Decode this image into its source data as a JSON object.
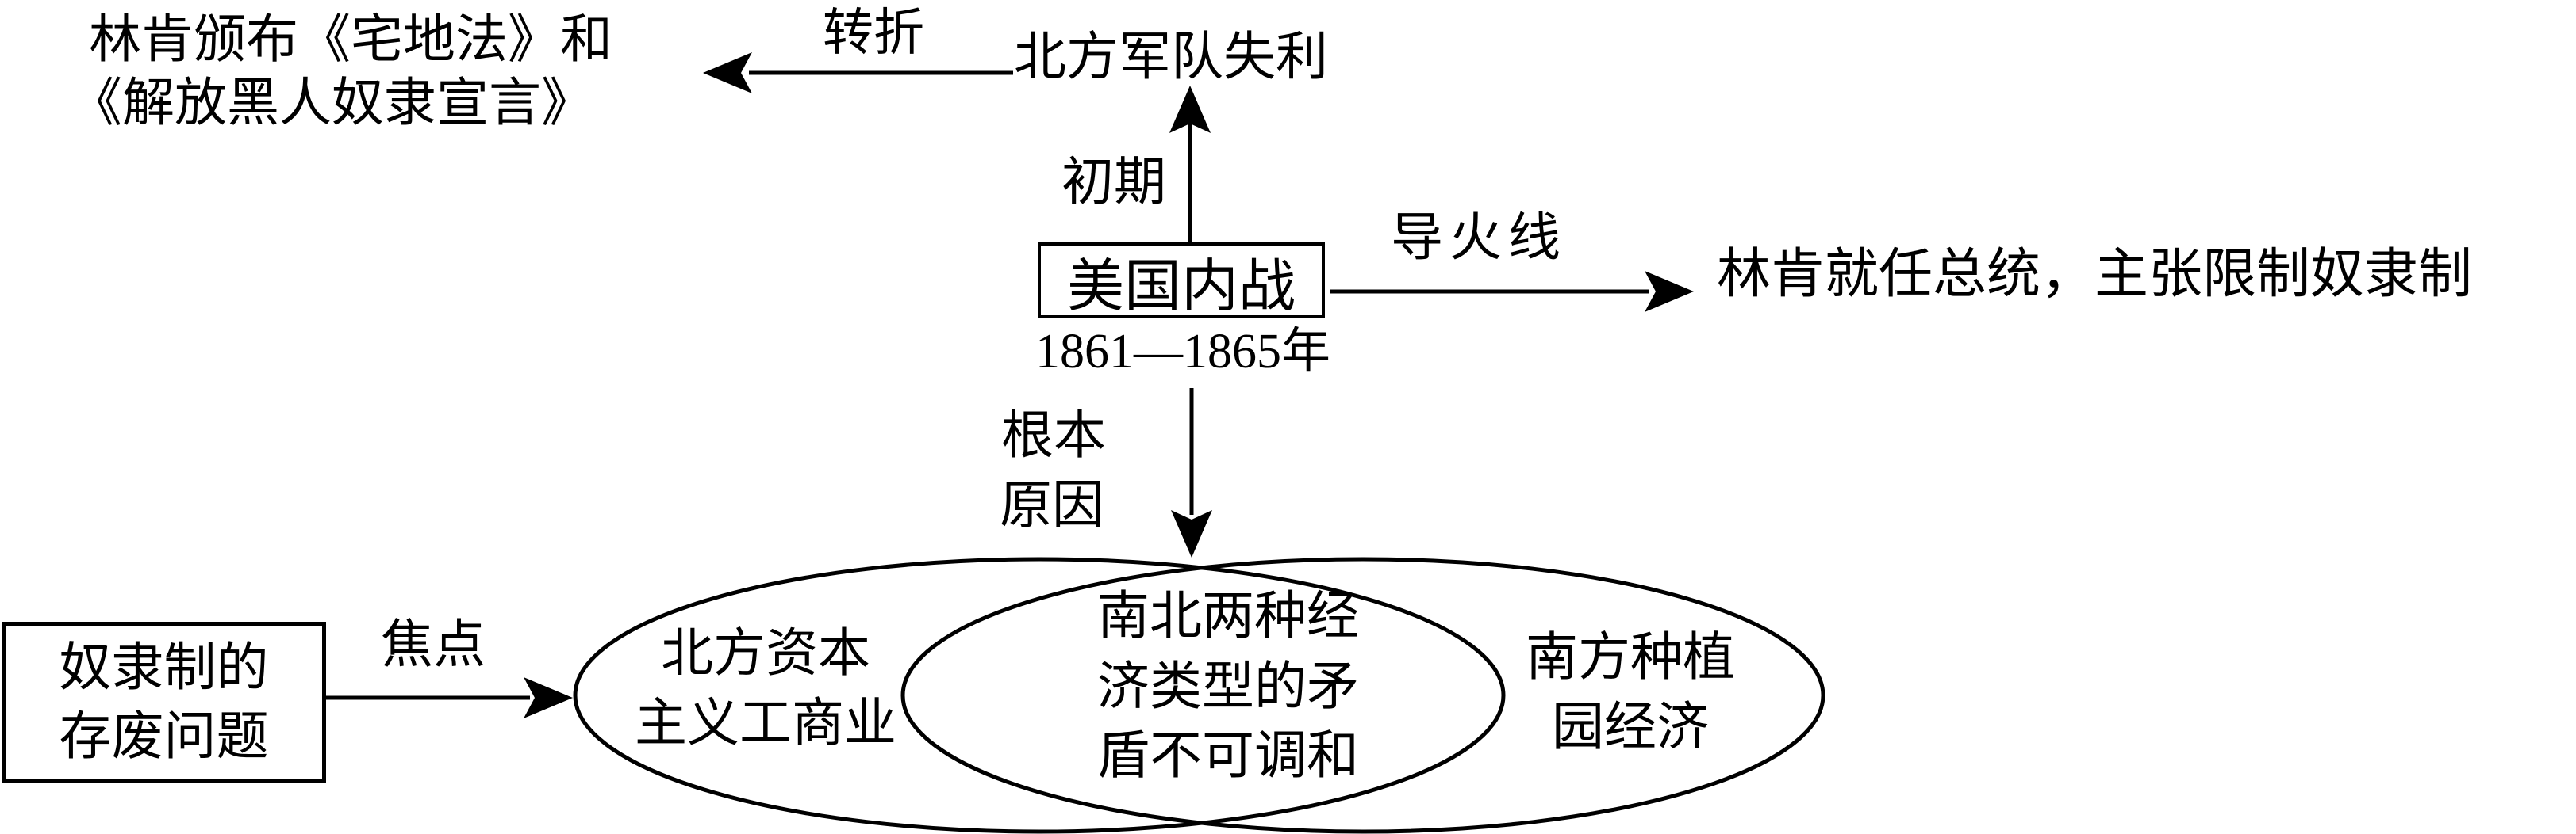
{
  "page": {
    "background": "#ffffff",
    "ink": "#000000",
    "description": "美国内战 (American Civil War) cause-and-effect diagram with Venn overlap of north/south economies"
  },
  "nodes": {
    "lincoln_acts": {
      "line1": "林肯颁布《宅地法》和",
      "line2": "《解放黑人奴隶宣言》"
    },
    "north_defeat": "北方军队失利",
    "civil_war": "美国内战",
    "years": "1861—1865年",
    "lincoln_president": "林肯就任总统，主张限制奴隶制",
    "slavery_issue": {
      "line1": "奴隶制的",
      "line2": "存废问题"
    },
    "north_economy": {
      "line1": "北方资本",
      "line2": "主义工商业"
    },
    "contradiction": {
      "line1": "南北两种经",
      "line2": "济类型的矛",
      "line3": "盾不可调和"
    },
    "south_economy": {
      "line1": "南方种植",
      "line2": "园经济"
    }
  },
  "labels": {
    "turning_point": "转折",
    "early_stage": "初期",
    "fuse": "导火线",
    "root_cause_line1": "根本",
    "root_cause_line2": "原因",
    "focus": "焦点"
  }
}
